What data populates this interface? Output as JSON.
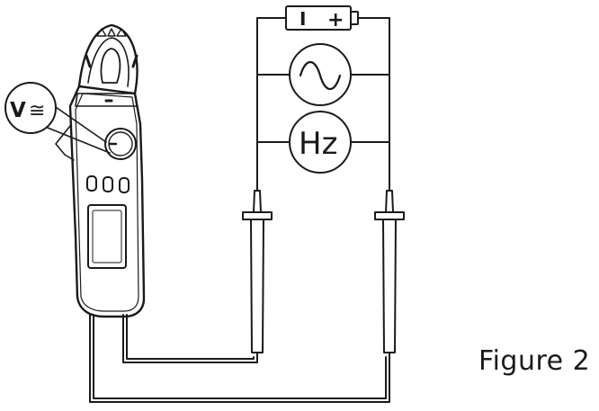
{
  "figure": {
    "caption": "Figure 2"
  },
  "symbols": {
    "battery_minus": "I",
    "battery_plus": "+",
    "frequency": "Hz",
    "voltage_mode": "V",
    "ac_dc": "≅"
  },
  "meter": {
    "button_count": 3
  }
}
